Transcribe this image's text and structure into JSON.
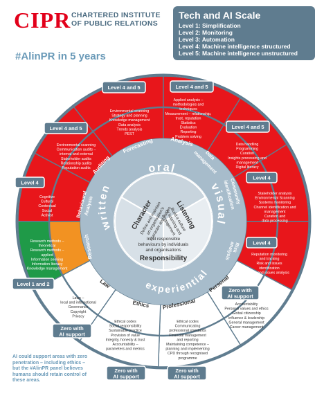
{
  "header": {
    "logo": "CIPR",
    "org_line1": "CHARTERED INSTITUTE",
    "org_line2": "OF PUBLIC RELATIONS",
    "hashtag": "#AlinPR in 5 years"
  },
  "scale": {
    "title": "Tech and AI Scale",
    "levels": [
      "Level 1: Simplification",
      "Level 2: Monitoring",
      "Level 3: Automation",
      "Level 4: Machine intelligence structured",
      "Level 5: Machine intelligence unstructured"
    ]
  },
  "center": {
    "character_title": "Character",
    "character_lines": [
      "Define and maintain",
      "an organisation's",
      "character and values"
    ],
    "listening_title": "Listening",
    "listening_lines": [
      "Build a culture",
      "of listening and",
      "engagement"
    ],
    "responsibility_title": "Responsibility",
    "responsibility_lines": [
      "Instil responsible",
      "behaviours by individuals",
      "and organisations"
    ]
  },
  "ring_words": {
    "oral": "oral",
    "visual": "visual",
    "experiential": "experiential",
    "written": "written"
  },
  "skills": {
    "forecasting": "Forecasting",
    "auditing": "Auditing",
    "behavioural": [
      "Behavioural",
      "Analysis"
    ],
    "research": "Research",
    "analysis": "Analysis",
    "data_management": [
      "Data",
      "management"
    ],
    "community": [
      "Community",
      "identification"
    ],
    "risk": [
      "Risk",
      "analysis"
    ],
    "law": "Law",
    "ethics": "Ethics",
    "professional": "Professional",
    "personal": "Personal"
  },
  "lists": {
    "forecasting": [
      "Environmental scanning",
      "Strategy and planning",
      "Knowledge management",
      "Data analysis",
      "Trends analysis",
      "PEST"
    ],
    "analysis": [
      "Applied analysis –",
      "methodologies and",
      "techniques",
      "Measurement – relationship,",
      "trust, reputation",
      "Statistics",
      "Evaluation",
      "Reporting",
      "Problem solving"
    ],
    "auditing": [
      "Environmental scanning",
      "Communication audits –",
      "internal and external",
      "Stakeholder audits",
      "Relationship audits",
      "Reputation audits"
    ],
    "data_management": [
      "Data handling",
      "Programming",
      "Curation",
      "Insights processing and",
      "management",
      "Digital literacy"
    ],
    "behavioural": [
      "Cognitive",
      "Cultural",
      "Contextual",
      "Social",
      "Activist"
    ],
    "community": [
      "Stakeholder analysis",
      "Environmental Scanning",
      "Systems monitoring",
      "Channel identification and",
      "management",
      "Curation and",
      "data processing"
    ],
    "research": [
      "Research methods –",
      "theoretical",
      "Research methods –",
      "applied",
      "Information seeking",
      "Information literacy",
      "Knowledge management"
    ],
    "risk": [
      "Reputation monitoring",
      "and tracking",
      "Risk and issues",
      "identification",
      "Risk and issues analysis"
    ],
    "law": [
      "Laws –",
      "local and international",
      "Governance",
      "Copyright",
      "Privacy"
    ],
    "ethics": [
      "Ethical codes",
      "Social responsibility",
      "Sustainable practice",
      "Provision of value",
      "Integrity, honesty & trust",
      "Accountability –",
      "parameters and metrics"
    ],
    "professional": [
      "Ethical codes",
      "Communicating",
      "professional standards",
      "Financial management",
      "and reporting",
      "Maintaining competence –",
      "planning and implementing",
      "CPD through recognised",
      "programme"
    ],
    "personal": [
      "Accountability",
      "Personal values and ethics",
      "Global citizenship",
      "Influence & leadership",
      "General management",
      "Career management"
    ]
  },
  "labels": {
    "l45_left": "Level 4 and 5",
    "l45_top": "Level 4 and 5",
    "l45_aud": "Level 4 and 5",
    "l45_data": "Level 4 and 5",
    "l4_beh": "Level 4",
    "l4_comm": "Level 4",
    "l4_risk": "Level 4",
    "l12": "Level 1 and 2",
    "zero": [
      "Zero with",
      "AI support"
    ]
  },
  "footnote": "AI could support areas with zero penetration – including ethics – but the #AlinPR panel believes humans should retain control of these areas.",
  "colors": {
    "red": "#e8161b",
    "green": "#1f9a48",
    "orange": "#f29222",
    "slate": "#5f7c8f",
    "light": "#a7bccb"
  }
}
